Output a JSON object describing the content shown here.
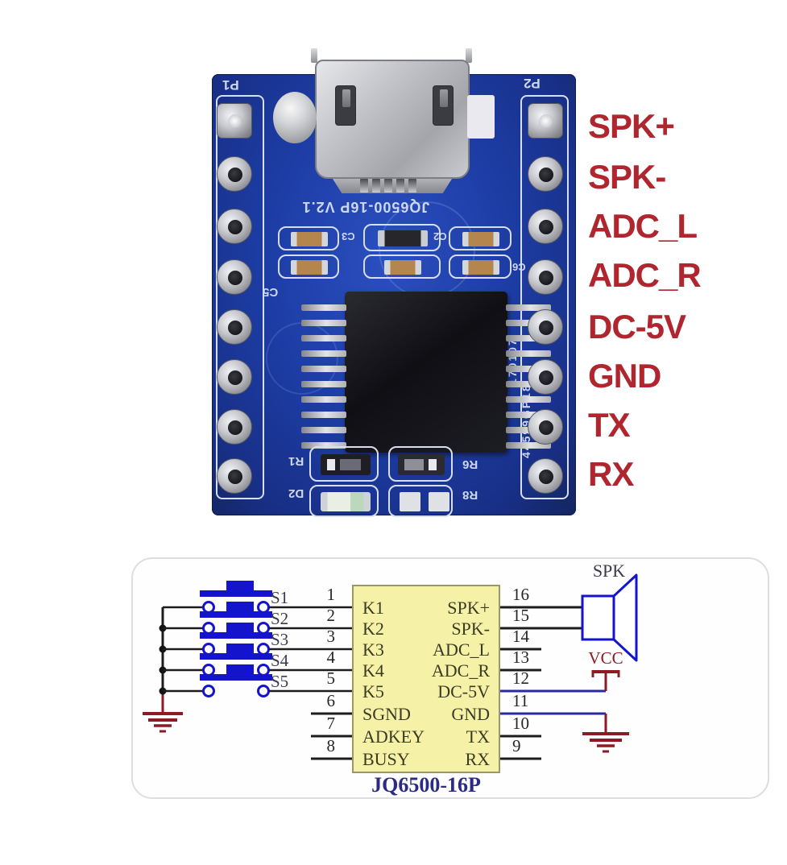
{
  "photo": {
    "left_labels": [
      "K1",
      "K2",
      "K3",
      "K4",
      "K5",
      "SGND",
      "ADKEY",
      "BUSY"
    ],
    "right_labels": [
      "SPK+",
      "SPK-",
      "ADC_L",
      "ADC_R",
      "DC-5V",
      "GND",
      "TX",
      "RX"
    ],
    "label_color": "#b0262f",
    "board_color": "#1d3da5",
    "silkscreen": {
      "p1": "P1",
      "p2": "P2",
      "title": "JQ6500-16P V2.1",
      "c5": "C5",
      "c3": "C3",
      "c2": "C2",
      "c6": "C6",
      "r1": "R1",
      "d2": "D2",
      "r6": "R6",
      "r8": "R8",
      "code1": "170107",
      "code2": "44599GP18"
    }
  },
  "schematic": {
    "chip_label": "JQ6500-16P",
    "speaker_label": "SPK",
    "vcc_label": "VCC",
    "rows": [
      {
        "left_pin": "1",
        "left_name": "K1",
        "right_pin": "16",
        "right_name": "SPK+",
        "button": "S1"
      },
      {
        "left_pin": "2",
        "left_name": "K2",
        "right_pin": "15",
        "right_name": "SPK-",
        "button": "S2"
      },
      {
        "left_pin": "3",
        "left_name": "K3",
        "right_pin": "14",
        "right_name": "ADC_L",
        "button": "S3"
      },
      {
        "left_pin": "4",
        "left_name": "K4",
        "right_pin": "13",
        "right_name": "ADC_R",
        "button": "S4"
      },
      {
        "left_pin": "5",
        "left_name": "K5",
        "right_pin": "12",
        "right_name": "DC-5V",
        "button": "S5"
      },
      {
        "left_pin": "6",
        "left_name": "SGND",
        "right_pin": "11",
        "right_name": "GND",
        "button": null
      },
      {
        "left_pin": "7",
        "left_name": "ADKEY",
        "right_pin": "10",
        "right_name": "TX",
        "button": null
      },
      {
        "left_pin": "8",
        "left_name": "BUSY",
        "right_pin": "9",
        "right_name": "RX",
        "button": null
      }
    ],
    "colors": {
      "wire": "#1c1c1c",
      "component": "#1414cd",
      "power": "#8e1b24",
      "nav_wire": "#2a2a9e",
      "chip_fill": "#f5f1a6",
      "chip_border": "#98986a",
      "chip_text": "#3b3b24",
      "number_text": "#262626",
      "label_text": "#3a3a4c",
      "chip_title": "#2b2b85"
    }
  }
}
